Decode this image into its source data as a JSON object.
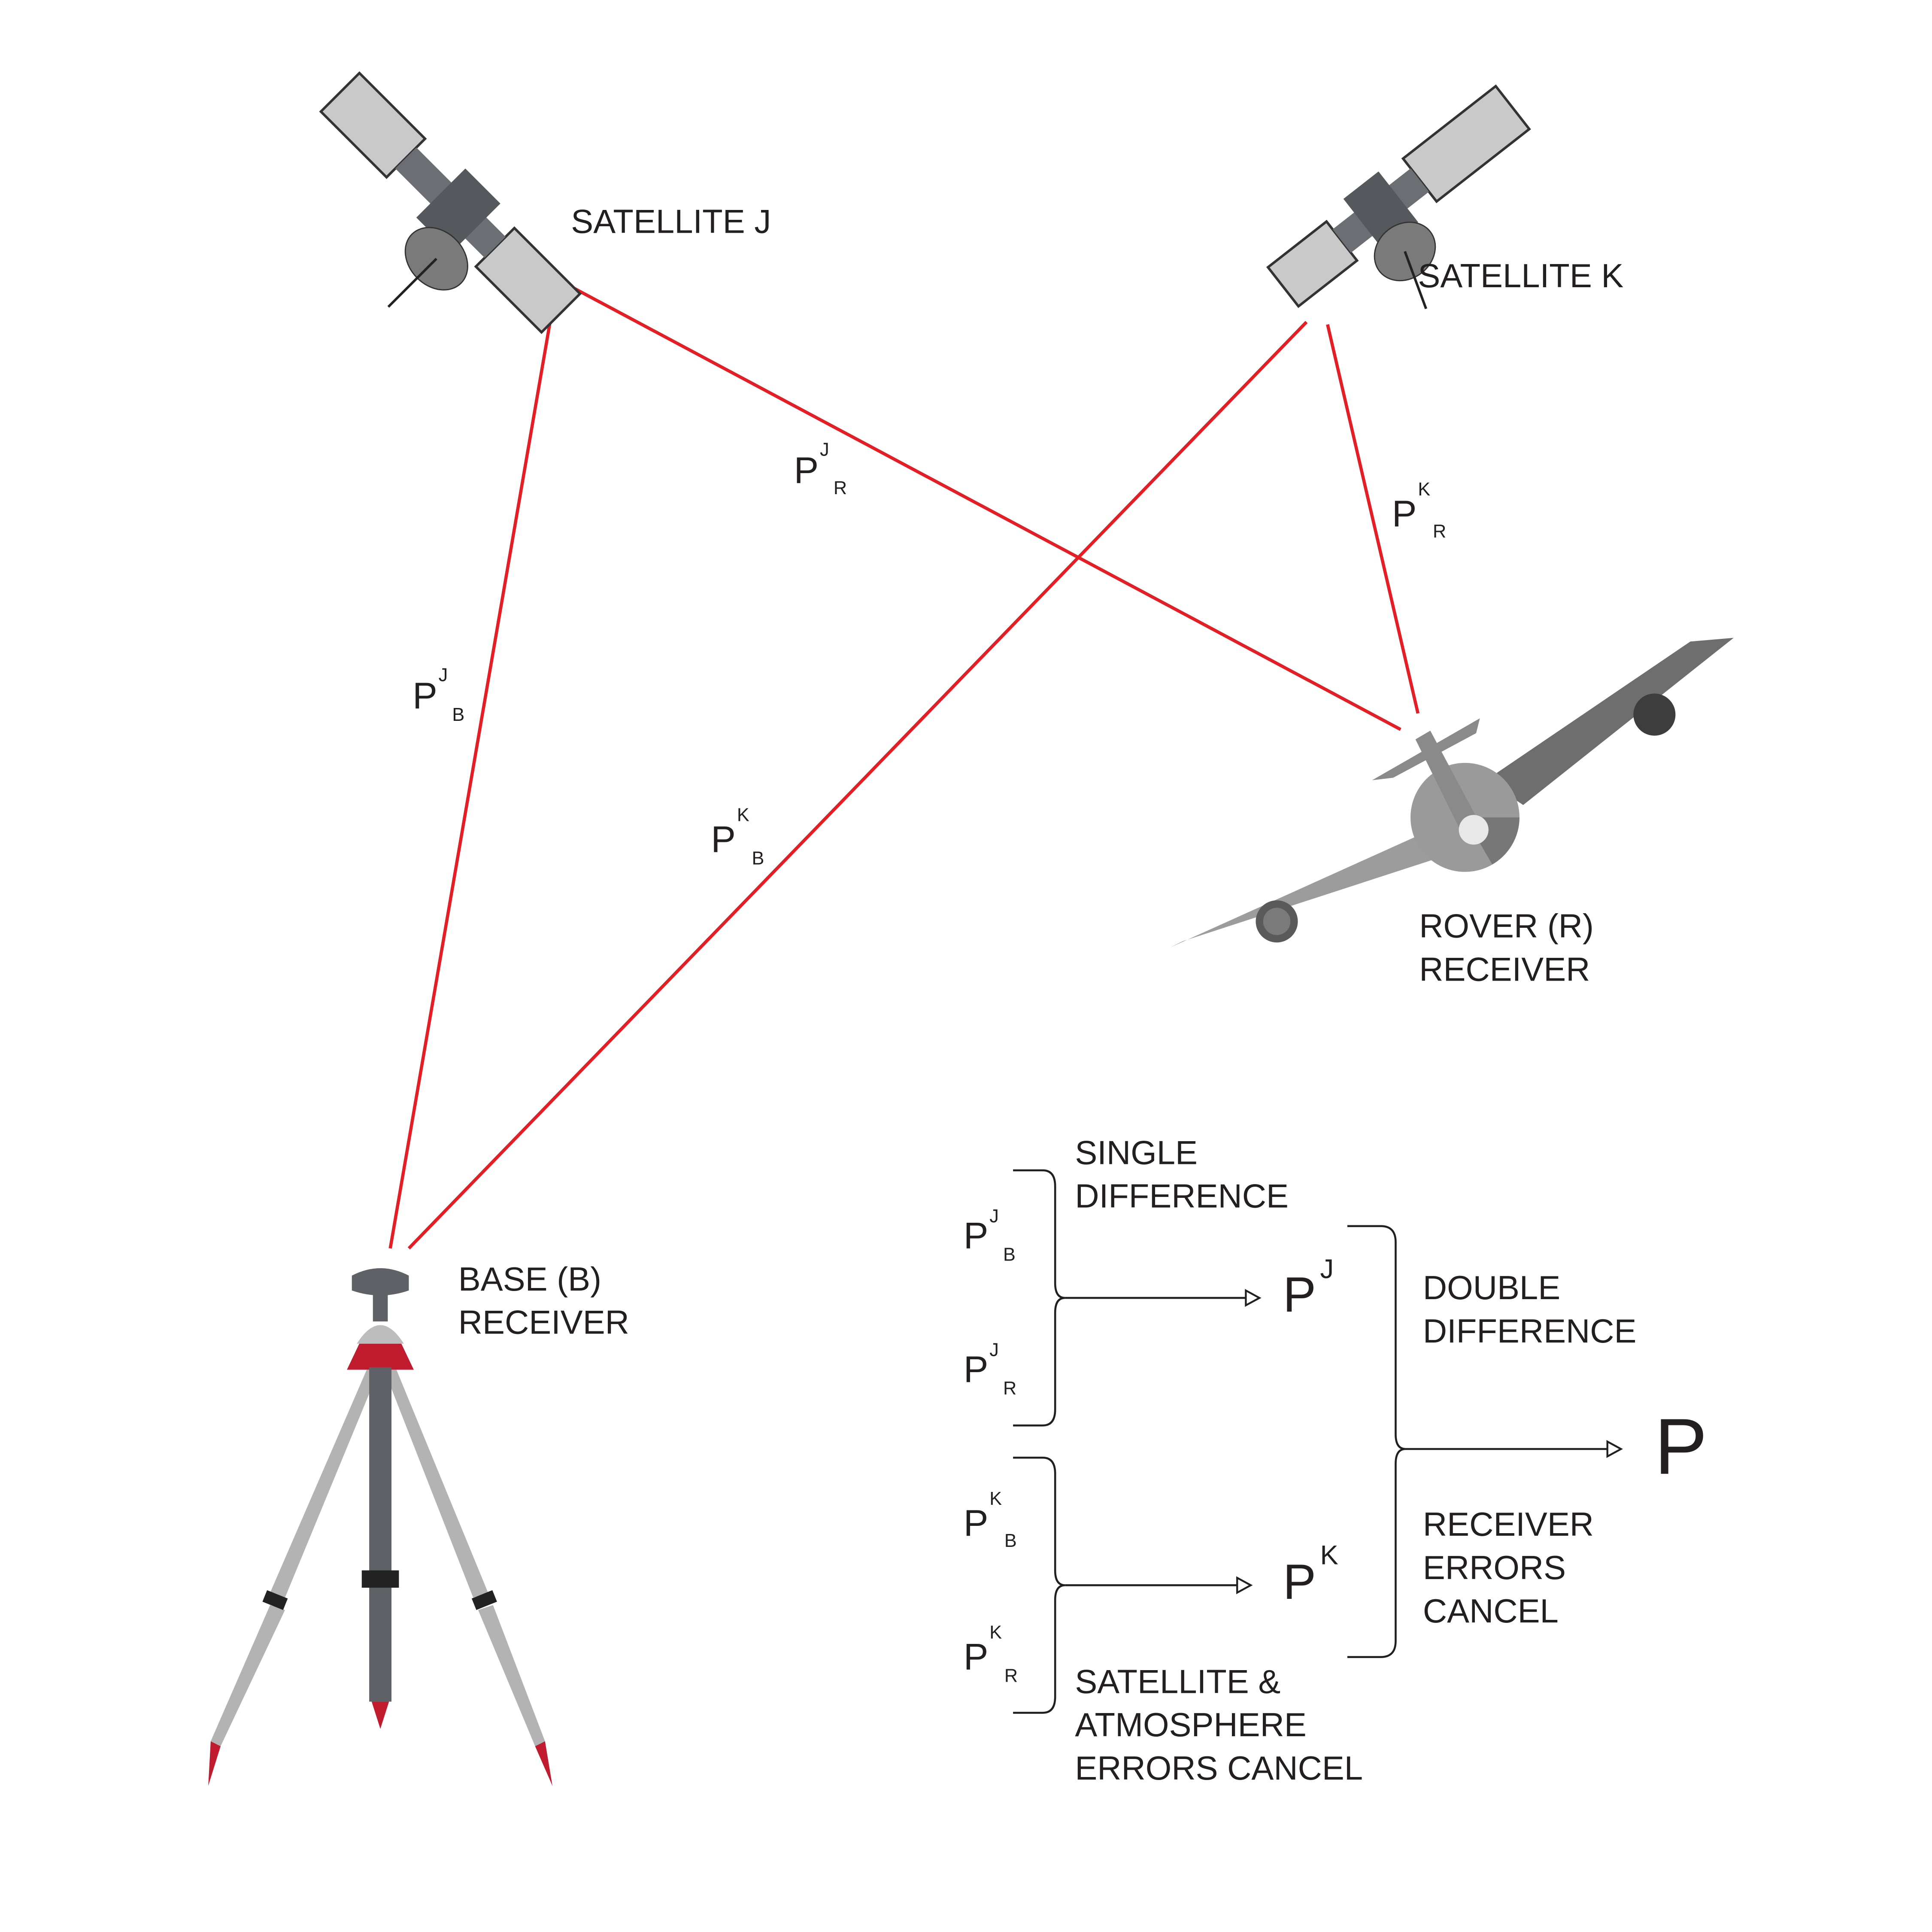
{
  "satellites": {
    "j_label": "SATELLITE J",
    "k_label": "SATELLITE K"
  },
  "rover": {
    "line1": "ROVER (R)",
    "line2": "RECEIVER"
  },
  "base": {
    "line1": "BASE (B)",
    "line2": "RECEIVER"
  },
  "ranges": {
    "pjr": {
      "p": "P",
      "sup": "J",
      "sub": "R"
    },
    "pkr": {
      "p": "P",
      "sup": "K",
      "sub": "R"
    },
    "pjb": {
      "p": "P",
      "sup": "J",
      "sub": "B"
    },
    "pkb": {
      "p": "P",
      "sup": "K",
      "sub": "B"
    }
  },
  "scheme": {
    "single_1": "SINGLE",
    "single_2": "DIFFERENCE",
    "double_1": "DOUBLE",
    "double_2": "DIFFERENCE",
    "recv_1": "RECEIVER",
    "recv_2": "ERRORS",
    "recv_3": "CANCEL",
    "sat_1": "SATELLITE &",
    "sat_2": "ATMOSPHERE",
    "sat_3": "ERRORS CANCEL",
    "pj": {
      "p": "P",
      "sup": "J"
    },
    "pk": {
      "p": "P",
      "sup": "K"
    },
    "result": "P"
  },
  "colors": {
    "signal": "#e31e24",
    "tripod_accent": "#c01b2e"
  }
}
